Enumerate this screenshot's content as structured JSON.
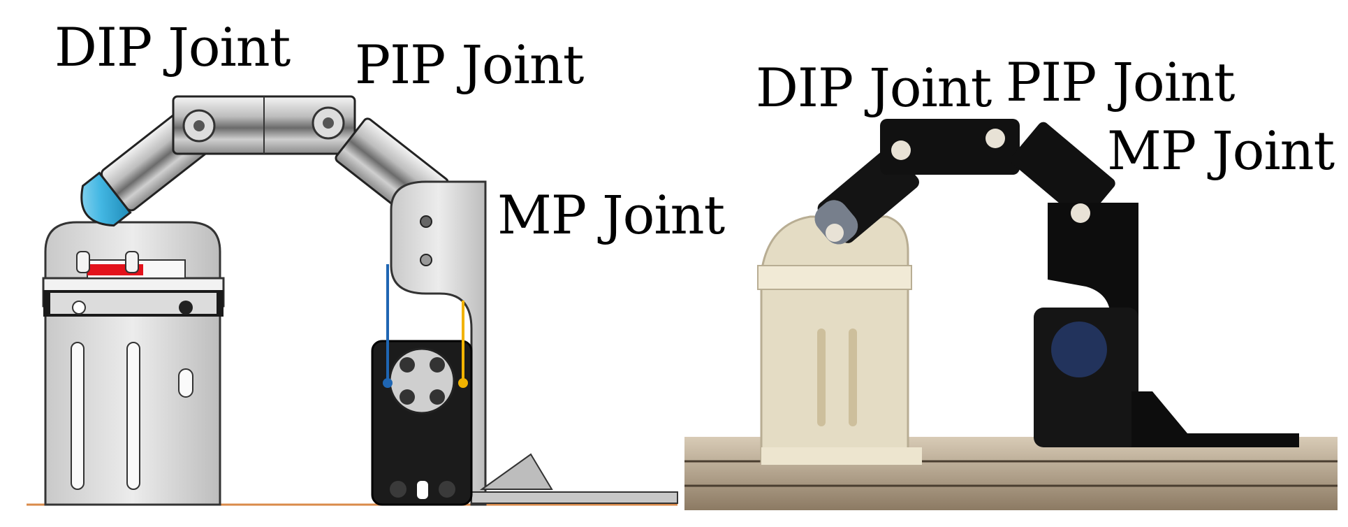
{
  "left_panel": {
    "labels": {
      "dip": "DIP Joint",
      "pip": "PIP Joint",
      "mp": "MP Joint"
    }
  },
  "right_panel": {
    "labels": {
      "dip": "DIP Joint",
      "pip": "PIP Joint",
      "mp": "MP Joint"
    }
  },
  "colors": {
    "tendon_blue": "#1f66b3",
    "tendon_yellow": "#f2b300",
    "fingertip": "#43b7e3",
    "sensor_pad": "#e3121b",
    "ground_line": "#d98a4a",
    "photo_background": "#2a2520",
    "printed_part_white": "#e4dcc4",
    "printed_part_black": "#111111"
  }
}
